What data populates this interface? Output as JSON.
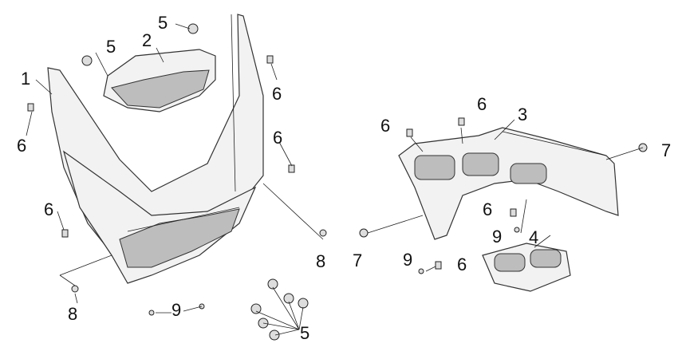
{
  "callouts": {
    "c1": "1",
    "c2": "2",
    "c5a": "5",
    "c5b": "5",
    "c5c": "5",
    "c6a": "6",
    "c6b": "6",
    "c6c": "6",
    "c6d": "6",
    "c8a": "8",
    "c8b": "8",
    "c9a": "9",
    "c3": "3",
    "c4": "4",
    "c6e": "6",
    "c6f": "6",
    "c6g": "6",
    "c6h": "6",
    "c7a": "7",
    "c7b": "7",
    "c9b": "9",
    "c9c": "9"
  }
}
